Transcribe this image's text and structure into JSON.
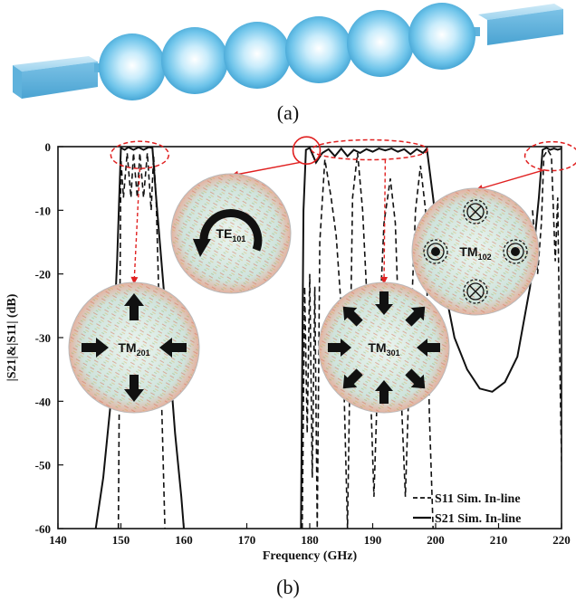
{
  "figure": {
    "caption_a": "(a)",
    "caption_b": "(b)"
  },
  "chart_data": {
    "type": "line",
    "title": "",
    "xlabel": "Frequency (GHz)",
    "ylabel": "|S21|&|S11| (dB)",
    "xlim": [
      140,
      220
    ],
    "ylim": [
      -60,
      0
    ],
    "xticks": [
      "140",
      "150",
      "160",
      "170",
      "180",
      "190",
      "200",
      "210",
      "220"
    ],
    "yticks": [
      "0",
      "-10",
      "-20",
      "-30",
      "-40",
      "-50",
      "-60"
    ],
    "grid": false,
    "legend_position": "bottom-right",
    "series": [
      {
        "name": "S11 Sim. In-line",
        "style": "dashed",
        "x": [
          149.6,
          150.0,
          150.4,
          151.0,
          151.6,
          152.0,
          152.6,
          153.0,
          153.6,
          154.2,
          154.8,
          155.2,
          155.6,
          156.2,
          157.0,
          178.8,
          179.2,
          179.6,
          180.0,
          180.4,
          180.8,
          181.2,
          181.6,
          182.4,
          183.4,
          184.2,
          185.2,
          186.0,
          186.8,
          187.6,
          188.4,
          189.4,
          190.2,
          191.0,
          191.8,
          192.8,
          193.6,
          194.4,
          195.2,
          196.0,
          196.8,
          197.6,
          198.4,
          199.0,
          199.6,
          215.4,
          216.2,
          216.8,
          217.2,
          217.8,
          218.4,
          219.0,
          219.4,
          219.8,
          220.2
        ],
        "y": [
          -60,
          -2,
          -8,
          -1,
          -8,
          -1,
          -8,
          -1,
          -8,
          -1,
          -10,
          -1.5,
          -8,
          -30,
          -60,
          -60,
          -22,
          -45,
          -20,
          -52,
          -22,
          -60,
          -15,
          -2,
          -8,
          -14,
          -28,
          -60,
          -8,
          -1,
          -10,
          -30,
          -55,
          -30,
          -12,
          -5,
          -12,
          -36,
          -55,
          -30,
          -10,
          -3,
          -10,
          -42,
          -60,
          -10,
          -20,
          -12,
          -1.5,
          -0.5,
          -1.5,
          -18,
          -8,
          -38,
          -60
        ]
      },
      {
        "name": "S21 Sim. In-line",
        "style": "solid",
        "x": [
          146.0,
          147.2,
          148.4,
          149.4,
          150.0,
          150.6,
          151.2,
          152.0,
          152.8,
          153.6,
          154.4,
          155.0,
          155.6,
          156.6,
          157.6,
          158.6,
          159.6,
          160.0,
          178.6,
          179.0,
          179.4,
          180.0,
          181.0,
          182.0,
          183.0,
          184.0,
          185.0,
          186.0,
          187.0,
          188.0,
          189.0,
          190.0,
          191.0,
          192.0,
          193.0,
          194.0,
          195.0,
          196.0,
          197.0,
          198.0,
          198.6,
          199.6,
          201.0,
          203.0,
          205.0,
          207.0,
          209.0,
          211.0,
          213.0,
          215.0,
          216.4,
          217.0,
          217.6,
          218.2,
          218.8,
          219.4,
          220.0
        ],
        "y": [
          -60,
          -52,
          -40,
          -18,
          -0.2,
          -0.5,
          -0.1,
          -0.5,
          -0.1,
          -0.5,
          -0.1,
          -0.2,
          -8,
          -20,
          -32,
          -45,
          -55,
          -60,
          -60,
          -10,
          -0.5,
          -0.2,
          -2.5,
          -1.0,
          -0.4,
          -1.5,
          -0.3,
          -1.5,
          -0.5,
          -1.0,
          -0.4,
          -0.8,
          -0.3,
          -0.6,
          -0.3,
          -0.8,
          -0.4,
          -1.2,
          -0.4,
          -1.0,
          -0.3,
          -8,
          -20,
          -30,
          -35,
          -38,
          -38.5,
          -37,
          -33,
          -22,
          -8,
          -0.5,
          -0.2,
          -0.5,
          -0.3,
          -0.5,
          -0.3
        ]
      }
    ],
    "mode_insets": [
      {
        "name": "TE",
        "sub": "101"
      },
      {
        "name": "TM",
        "sub": "201"
      },
      {
        "name": "TM",
        "sub": "301"
      },
      {
        "name": "TM",
        "sub": "102"
      }
    ]
  }
}
